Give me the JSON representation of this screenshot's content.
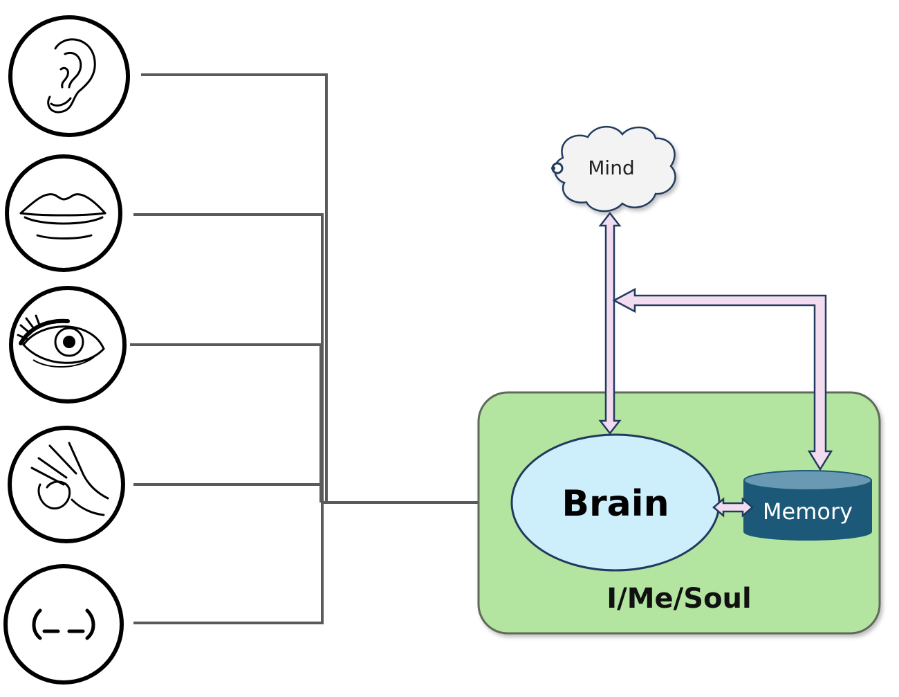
{
  "diagram": {
    "senses": [
      {
        "name": "ear",
        "icon": "ear-icon"
      },
      {
        "name": "mouth",
        "icon": "lips-icon"
      },
      {
        "name": "eye",
        "icon": "eye-icon"
      },
      {
        "name": "hand",
        "icon": "hand-icon"
      },
      {
        "name": "nose",
        "icon": "nose-icon"
      }
    ],
    "mind": {
      "label": "Mind",
      "icon": "cloud-icon"
    },
    "brain": {
      "label": "Brain"
    },
    "memory": {
      "label": "Memory",
      "icon": "cylinder-icon"
    },
    "soul": {
      "label": "I/Me/Soul"
    },
    "colors": {
      "soul_box_fill": "#b3e5a1",
      "soul_box_stroke": "#5f6b5a",
      "brain_fill": "#cdeefb",
      "memory_fill": "#1c5878",
      "memory_top": "#6a99b3",
      "cloud_fill": "#f3f3f3",
      "arrow_fill": "#f2dcef",
      "arrow_stroke": "#223a5e",
      "connector": "#5a5a5a"
    }
  }
}
